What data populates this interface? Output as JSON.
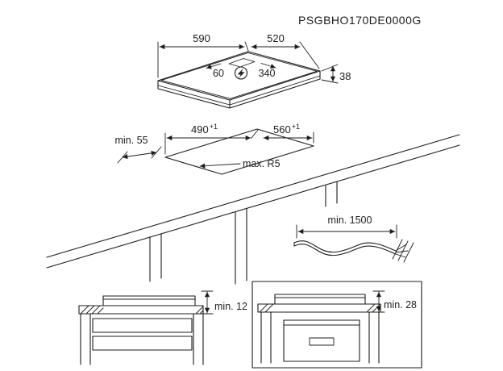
{
  "title": "PSGBHO170DE0000G",
  "colors": {
    "line": "#1d1d1b",
    "background": "#ffffff"
  },
  "icons": {
    "power_symbol": "lightning-bolt-in-circle"
  },
  "hob": {
    "width": "590",
    "depth": "520",
    "thickness": "38",
    "junction_offset_left": "60",
    "junction_offset_right": "340"
  },
  "cutout": {
    "width": "490",
    "depth": "560",
    "tolerance": "+1",
    "front_clearance": "min. 55",
    "corner_radius": "max. R5"
  },
  "cable": {
    "length": "min. 1500"
  },
  "clearances": {
    "drawer": "min. 12",
    "oven": "min. 28"
  }
}
